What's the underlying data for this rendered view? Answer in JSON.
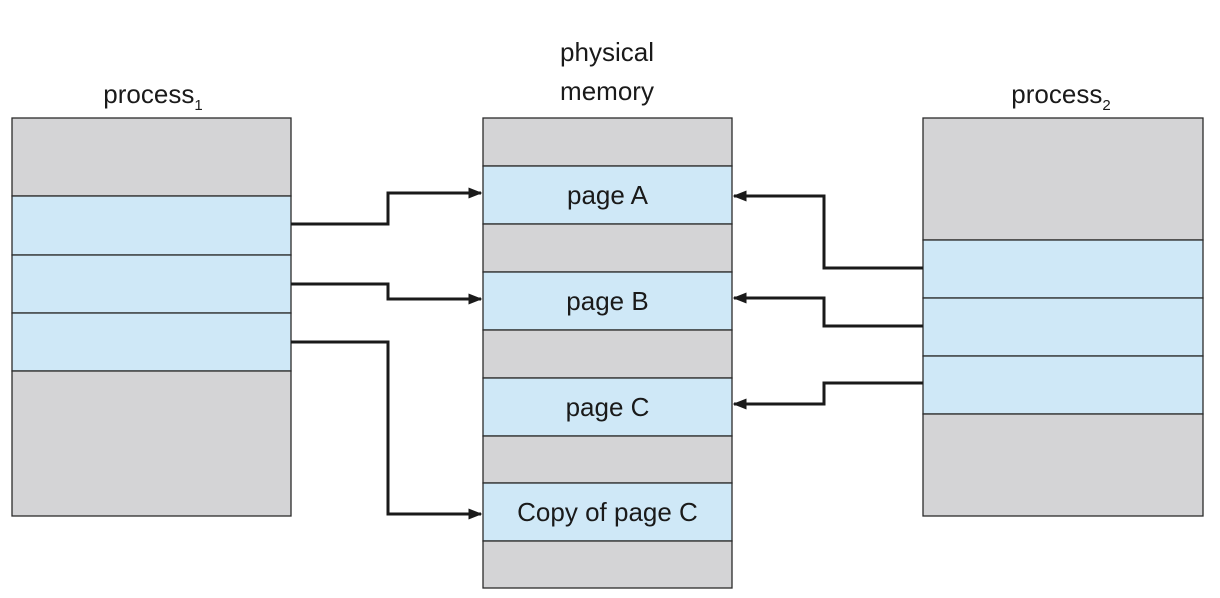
{
  "colors": {
    "shared": "#cfe8f7",
    "unused": "#d4d4d6",
    "line": "#1a1a1a",
    "border": "#2b2b2b"
  },
  "process1": {
    "label_main": "process",
    "label_sub": "1",
    "blocks": [
      {
        "kind": "unused"
      },
      {
        "kind": "shared"
      },
      {
        "kind": "shared"
      },
      {
        "kind": "shared"
      },
      {
        "kind": "unused"
      }
    ]
  },
  "physical_memory": {
    "label_line1": "physical",
    "label_line2": "memory",
    "blocks": [
      {
        "kind": "unused",
        "text": ""
      },
      {
        "kind": "shared",
        "text": "page A"
      },
      {
        "kind": "unused",
        "text": ""
      },
      {
        "kind": "shared",
        "text": "page B"
      },
      {
        "kind": "unused",
        "text": ""
      },
      {
        "kind": "shared",
        "text": "page C"
      },
      {
        "kind": "unused",
        "text": ""
      },
      {
        "kind": "shared",
        "text": "Copy of page C"
      },
      {
        "kind": "unused",
        "text": ""
      }
    ]
  },
  "process2": {
    "label_main": "process",
    "label_sub": "2",
    "blocks": [
      {
        "kind": "unused"
      },
      {
        "kind": "shared"
      },
      {
        "kind": "shared"
      },
      {
        "kind": "shared"
      },
      {
        "kind": "unused"
      }
    ]
  },
  "mappings": [
    {
      "from": "process1",
      "from_block": 1,
      "to_block": 1
    },
    {
      "from": "process1",
      "from_block": 2,
      "to_block": 3
    },
    {
      "from": "process1",
      "from_block": 3,
      "to_block": 7
    },
    {
      "from": "process2",
      "from_block": 1,
      "to_block": 1
    },
    {
      "from": "process2",
      "from_block": 2,
      "to_block": 3
    },
    {
      "from": "process2",
      "from_block": 3,
      "to_block": 5
    }
  ]
}
